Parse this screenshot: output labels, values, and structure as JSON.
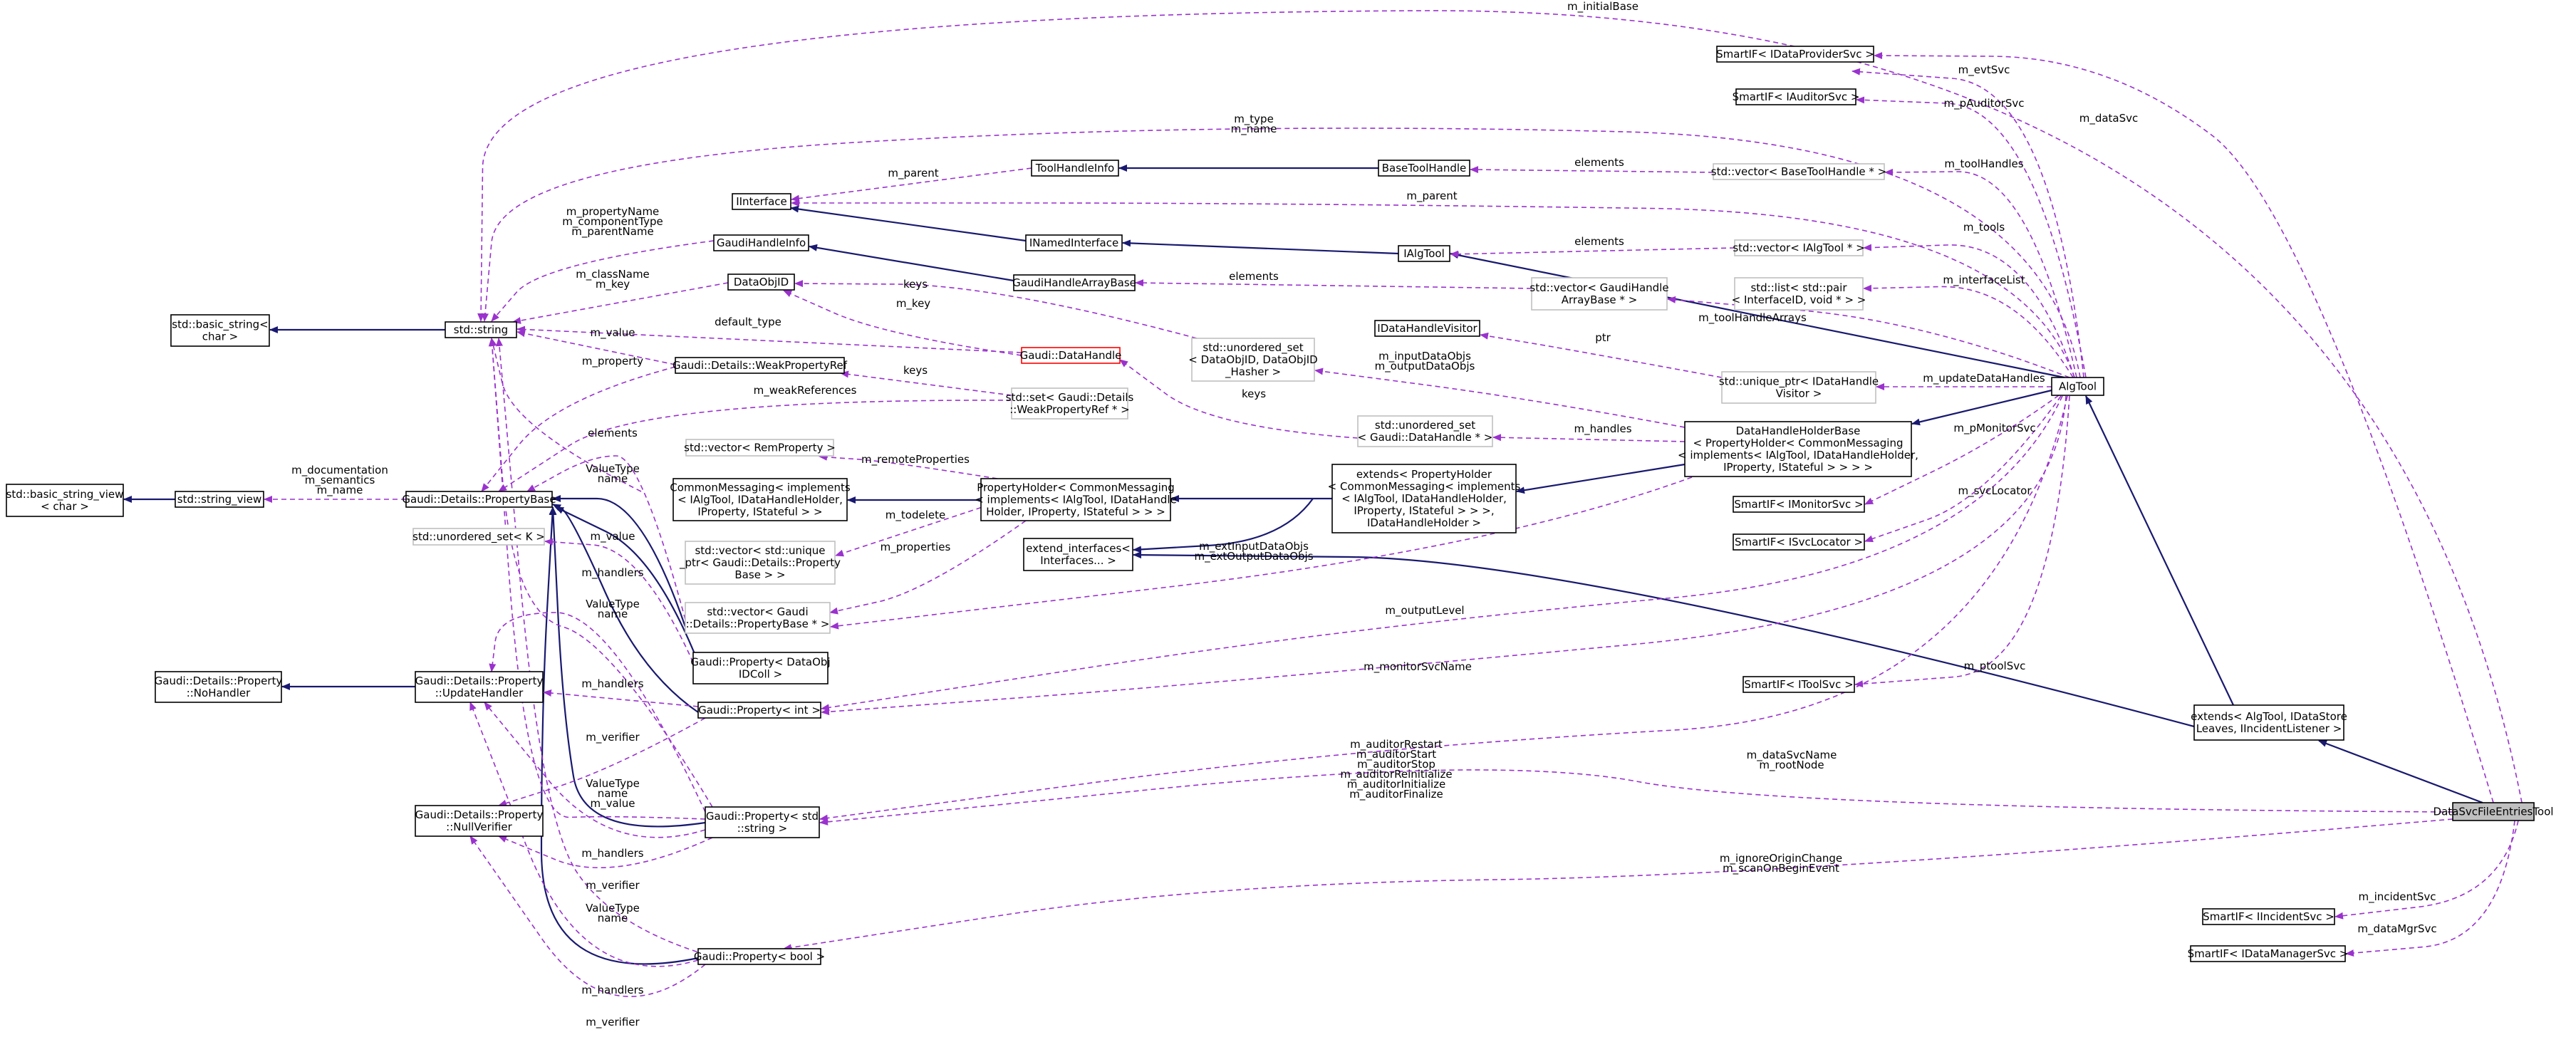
{
  "colors": {
    "inheritance": "#191970",
    "member": "#9a32cd",
    "focus_fill": "#bfbfbf",
    "undocumented_border": "#bfbfbf",
    "highlight_border": "#ff0000"
  },
  "nodes": {
    "DataSvcFileEntriesTool": [
      "DataSvcFileEntriesTool"
    ],
    "extendsAlgTool": [
      "extends< AlgTool, IDataStore",
      "Leaves, IIncidentListener >"
    ],
    "AlgTool": [
      "AlgTool"
    ],
    "DataHandleHolderBase": [
      "DataHandleHolderBase",
      "< PropertyHolder< CommonMessaging",
      "< implements< IAlgTool, IDataHandleHolder,",
      "IProperty, IStateful > > > >"
    ],
    "extendsPropertyHolder": [
      "extends< PropertyHolder",
      "< CommonMessaging< implements",
      "< IAlgTool, IDataHandleHolder,",
      "IProperty, IStateful > > >,",
      "IDataHandleHolder >"
    ],
    "PropertyHolder": [
      "PropertyHolder< CommonMessaging",
      "< implements< IAlgTool, IDataHandle",
      "Holder, IProperty, IStateful > > >"
    ],
    "CommonMessaging": [
      "CommonMessaging< implements",
      "< IAlgTool, IDataHandleHolder,",
      "IProperty, IStateful > >"
    ],
    "extend_interfaces": [
      "extend_interfaces<",
      "Interfaces... >"
    ],
    "PropertyBase": [
      "Gaudi::Details::PropertyBase"
    ],
    "string_view": [
      "std::string_view"
    ],
    "basic_string_view": [
      "std::basic_string_view",
      "< char >"
    ],
    "string": [
      "std::string"
    ],
    "basic_string": [
      "std::basic_string<",
      "char >"
    ],
    "GaudiHandleInfo": [
      "GaudiHandleInfo"
    ],
    "IInterface": [
      "IInterface"
    ],
    "ToolHandleInfo": [
      "ToolHandleInfo"
    ],
    "INamedInterface": [
      "INamedInterface"
    ],
    "BaseToolHandle": [
      "BaseToolHandle"
    ],
    "IAlgTool": [
      "IAlgTool"
    ],
    "GaudiHandleArrayBase": [
      "GaudiHandleArrayBase"
    ],
    "DataObjID": [
      "DataObjID"
    ],
    "DataHandle": [
      "Gaudi::DataHandle"
    ],
    "WeakPropertyRef": [
      "Gaudi::Details::WeakPropertyRef"
    ],
    "setWeakPropertyRef": [
      "std::set< Gaudi::Details",
      "::WeakPropertyRef * >"
    ],
    "vectorRemProperty": [
      "std::vector< RemProperty >"
    ],
    "vectorUniquePtr": [
      "std::vector< std::unique",
      "_ptr< Gaudi::Details::Property",
      "Base > >"
    ],
    "vectorPropertyBase": [
      "std::vector< Gaudi",
      "::Details::PropertyBase * >"
    ],
    "unorderedSetK": [
      "std::unordered_set< K >"
    ],
    "UpdateHandler": [
      "Gaudi::Details::Property",
      "::UpdateHandler"
    ],
    "NoHandler": [
      "Gaudi::Details::Property",
      "::NoHandler"
    ],
    "NullVerifier": [
      "Gaudi::Details::Property",
      "::NullVerifier"
    ],
    "PropertyDataObjIDColl": [
      "Gaudi::Property< DataObj",
      "IDColl >"
    ],
    "PropertyInt": [
      "Gaudi::Property< int >"
    ],
    "PropertyString": [
      "Gaudi::Property< std",
      "::string >"
    ],
    "PropertyBool": [
      "Gaudi::Property< bool >"
    ],
    "SmartIFDataProviderSvc": [
      "SmartIF< IDataProviderSvc >"
    ],
    "SmartIFAuditorSvc": [
      "SmartIF< IAuditorSvc >"
    ],
    "vectorBaseToolHandle": [
      "std::vector< BaseToolHandle * >"
    ],
    "vectorIAlgTool": [
      "std::vector< IAlgTool * >"
    ],
    "vectorGaudiHandleArrayBase": [
      "std::vector< GaudiHandle",
      "ArrayBase * >"
    ],
    "listPair": [
      "std::list< std::pair",
      "< InterfaceID, void * > >"
    ],
    "IDataHandleVisitor": [
      "IDataHandleVisitor"
    ],
    "uniquePtrVisitor": [
      "std::unique_ptr< IDataHandle",
      "Visitor >"
    ],
    "unorderedSetDataObjID": [
      "std::unordered_set",
      "< DataObjID, DataObjID",
      "_Hasher >"
    ],
    "unorderedSetDataHandle": [
      "std::unordered_set",
      "< Gaudi::DataHandle * >"
    ],
    "SmartIFMonitorSvc": [
      "SmartIF< IMonitorSvc >"
    ],
    "SmartIFSvcLocator": [
      "SmartIF< ISvcLocator >"
    ],
    "SmartIFToolSvc": [
      "SmartIF< IToolSvc >"
    ],
    "SmartIFIncidentSvc": [
      "SmartIF< IIncidentSvc >"
    ],
    "SmartIFDataManagerSvc": [
      "SmartIF< IDataManagerSvc >"
    ]
  },
  "edge_labels": {
    "m_initialBase": [
      "m_initialBase"
    ],
    "m_dataSvc": [
      "m_dataSvc"
    ],
    "m_evtSvc": [
      "m_evtSvc"
    ],
    "m_pAuditorSvc": [
      "m_pAuditorSvc"
    ],
    "m_type_name": [
      "m_type",
      "m_name"
    ],
    "m_toolHandles": [
      "m_toolHandles"
    ],
    "elements_top": [
      "elements"
    ],
    "m_parent_ti": [
      "m_parent"
    ],
    "m_parent": [
      "m_parent"
    ],
    "m_propertyName": [
      "m_propertyName",
      "m_componentType",
      "m_parentName"
    ],
    "m_tools": [
      "m_tools"
    ],
    "elements_algtool": [
      "elements"
    ],
    "elements_gha": [
      "elements"
    ],
    "m_interfaceList": [
      "m_interfaceList"
    ],
    "m_className": [
      "m_className",
      "m_key"
    ],
    "keys_dataobjid": [
      "keys"
    ],
    "m_key": [
      "m_key"
    ],
    "default_type": [
      "default_type"
    ],
    "m_value": [
      "m_value"
    ],
    "m_toolHandleArrays": [
      "m_toolHandleArrays"
    ],
    "ptr": [
      "ptr"
    ],
    "m_property": [
      "m_property"
    ],
    "keys_wpr": [
      "keys"
    ],
    "m_inputDataObjs": [
      "m_inputDataObjs",
      "m_outputDataObjs"
    ],
    "m_updateDataHandles": [
      "m_updateDataHandles"
    ],
    "m_weakReferences": [
      "m_weakReferences"
    ],
    "keys_dh": [
      "keys"
    ],
    "m_handles": [
      "m_handles"
    ],
    "elements_pb": [
      "elements"
    ],
    "m_pMonitorSvc": [
      "m_pMonitorSvc"
    ],
    "m_documentation": [
      "m_documentation",
      "m_semantics",
      "m_name"
    ],
    "m_remoteProperties": [
      "m_remoteProperties"
    ],
    "valuetype_name_1": [
      "ValueType",
      "name"
    ],
    "m_svcLocator": [
      "m_svcLocator"
    ],
    "m_todelete": [
      "m_todelete"
    ],
    "m_value_k": [
      "m_value"
    ],
    "m_properties": [
      "m_properties"
    ],
    "m_extInputDataObjs": [
      "m_extInputDataObjs",
      "m_extOutputDataObjs"
    ],
    "m_handlers_1": [
      "m_handlers"
    ],
    "valuetype_name_2": [
      "ValueType",
      "name"
    ],
    "m_outputLevel": [
      "m_outputLevel"
    ],
    "m_handlers_2": [
      "m_handlers"
    ],
    "m_monitorSvcName": [
      "m_monitorSvcName"
    ],
    "m_ptoolSvc": [
      "m_ptoolSvc"
    ],
    "m_verifier_1": [
      "m_verifier"
    ],
    "m_auditor": [
      "m_auditorRestart",
      "m_auditorStart",
      "m_auditorStop",
      "m_auditorReinitialize",
      "m_auditorInitialize",
      "m_auditorFinalize"
    ],
    "m_dataSvcName": [
      "m_dataSvcName",
      "m_rootNode"
    ],
    "valuetype_name_value": [
      "ValueType",
      "name",
      "m_value"
    ],
    "m_handlers_3": [
      "m_handlers"
    ],
    "m_verifier_2": [
      "m_verifier"
    ],
    "valuetype_name_3": [
      "ValueType",
      "name"
    ],
    "m_ignoreOriginChange": [
      "m_ignoreOriginChange",
      "m_scanOnBeginEvent"
    ],
    "m_incidentSvc": [
      "m_incidentSvc"
    ],
    "m_dataMgrSvc": [
      "m_dataMgrSvc"
    ],
    "m_handlers_4": [
      "m_handlers"
    ],
    "m_verifier_3": [
      "m_verifier"
    ]
  }
}
